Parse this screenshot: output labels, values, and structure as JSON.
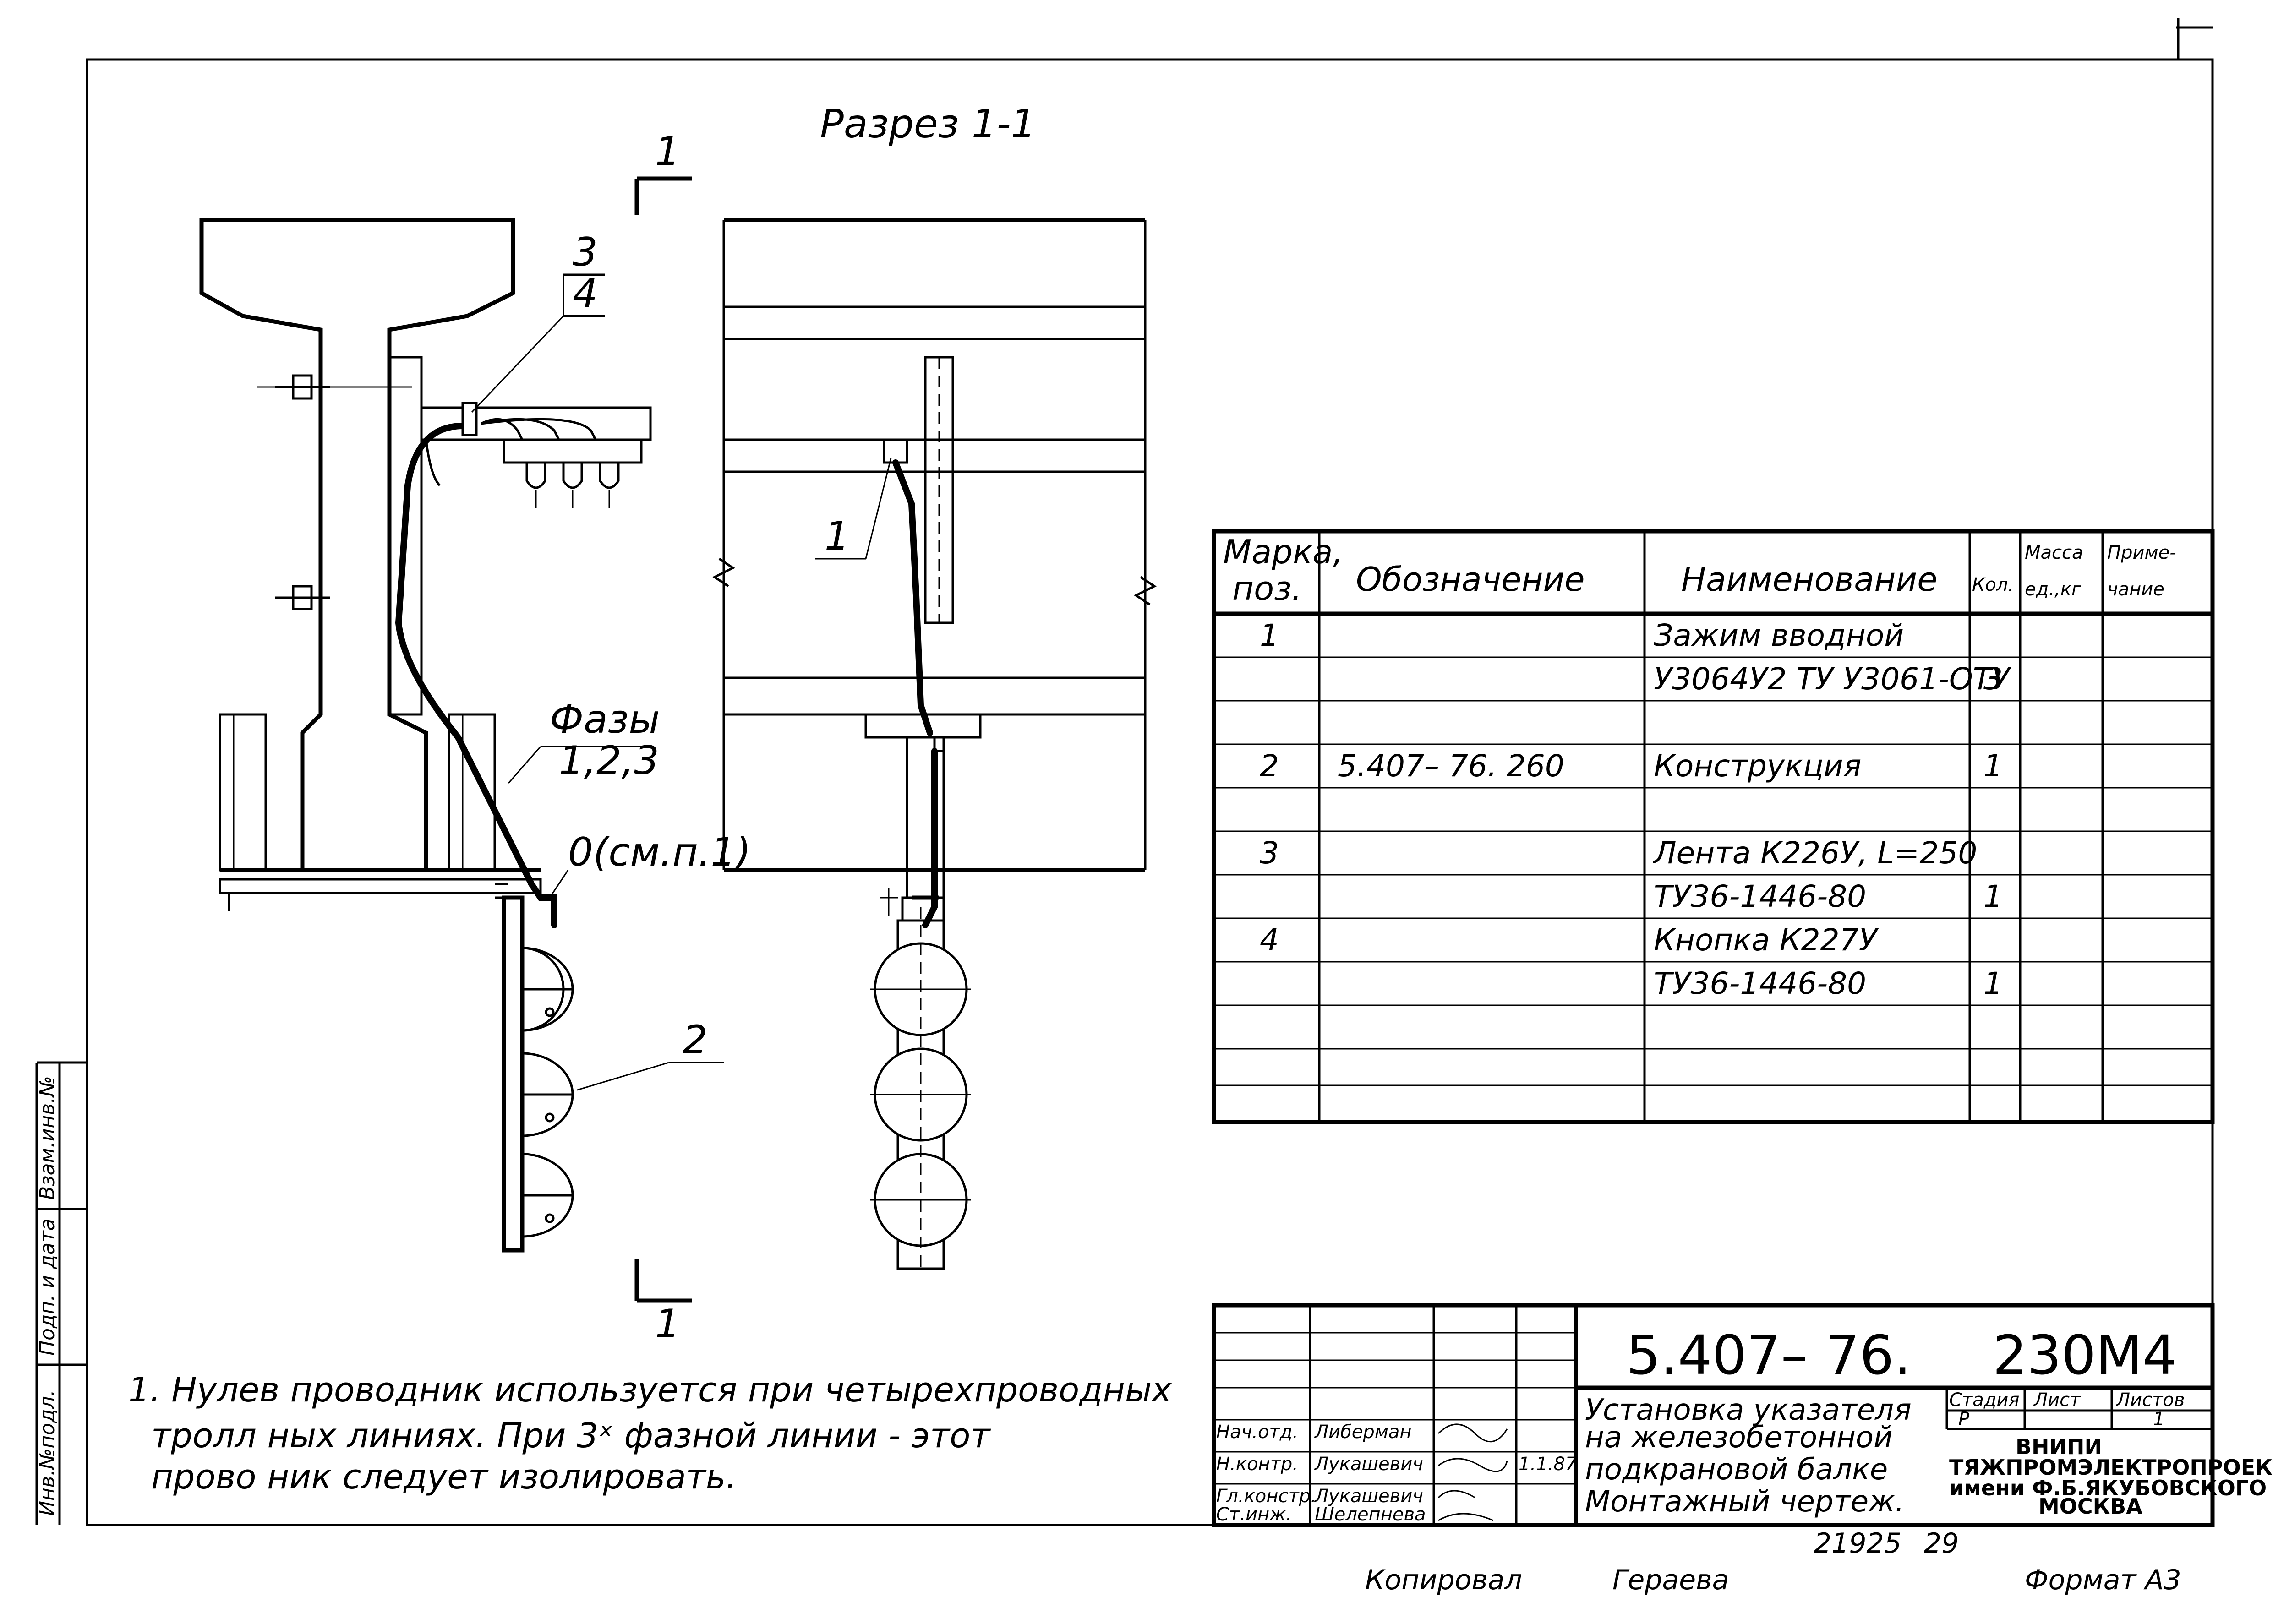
{
  "section": {
    "title": "Разрез 1-1",
    "cut_mark_top": "1",
    "cut_mark_bottom": "1"
  },
  "labels": {
    "item1": "1",
    "item2": "2",
    "item3": "3",
    "item4": "4",
    "phases_line1": "Фазы",
    "phases_line2": "1,2,3",
    "zero": "0(см.п.1)"
  },
  "spec": {
    "headers": {
      "mark_l1": "Марка,",
      "mark_l2": "поз.",
      "designation": "Обозначение",
      "name": "Наименование",
      "qty": "Кол.",
      "mass_l1": "Масса",
      "mass_l2": "ед.,кг",
      "note_l1": "Приме-",
      "note_l2": "чание"
    },
    "rows": [
      {
        "mark": "1",
        "designation": "",
        "name": "Зажим вводной",
        "qty": ""
      },
      {
        "mark": "",
        "designation": "",
        "name": "У3064У2 ТУ У3061-ОТУ",
        "qty": "3"
      },
      {
        "mark": "",
        "designation": "",
        "name": "",
        "qty": ""
      },
      {
        "mark": "2",
        "designation": "5.407– 76.  260",
        "name": "Конструкция",
        "qty": "1"
      },
      {
        "mark": "",
        "designation": "",
        "name": "",
        "qty": ""
      },
      {
        "mark": "3",
        "designation": "",
        "name": "Лента К226У, L=250",
        "qty": ""
      },
      {
        "mark": "",
        "designation": "",
        "name": "ТУ36-1446-80",
        "qty": "1"
      },
      {
        "mark": "4",
        "designation": "",
        "name": "Кнопка К227У",
        "qty": ""
      },
      {
        "mark": "",
        "designation": "",
        "name": "ТУ36-1446-80",
        "qty": "1"
      },
      {
        "mark": "",
        "designation": "",
        "name": "",
        "qty": ""
      },
      {
        "mark": "",
        "designation": "",
        "name": "",
        "qty": ""
      }
    ]
  },
  "notes": {
    "line1": "1. Нулев   проводник используется при четырехпроводных",
    "line2": "тролл   ных линиях.  При 3ˣ фазной линии - этот",
    "line3": "прово  ник следует изолировать."
  },
  "stamp": {
    "doc_number": "5.407– 76.",
    "sheet_code": "230М4",
    "title_l1": "Установка указателя",
    "title_l2": "на железобетонной",
    "title_l3": "подкрановой балке",
    "title_l4": "Монтажный чертеж.",
    "stage_hdr": "Стадия",
    "sheet_hdr": "Лист",
    "sheets_hdr": "Листов",
    "stage_val": "Р",
    "sheet_val": "",
    "sheets_val": "1",
    "org_l1": "ВНИПИ",
    "org_l2": "ТЯЖПРОМЭЛЕКТРОПРОЕКТ",
    "org_l3": "имени Ф.Б.ЯКУБОВСКОГО",
    "org_l4": "МОСКВА",
    "roles": [
      "Нач.отд.",
      "Н.контр.",
      "Гл.констр.",
      "Ст.инж."
    ],
    "names": [
      "Либерман",
      "Лукашевич",
      "Лукашевич",
      "Шелепнева"
    ],
    "date_mark": "1.1.87"
  },
  "sidebar": {
    "label1": "Инв.№подл.",
    "label2": "Подп. и дата",
    "label3": "Взам.инв.№"
  },
  "footer": {
    "archive": "21925",
    "page": "29",
    "copied": "Копировал",
    "drawn": "Гераева",
    "format": "Формат А3"
  }
}
